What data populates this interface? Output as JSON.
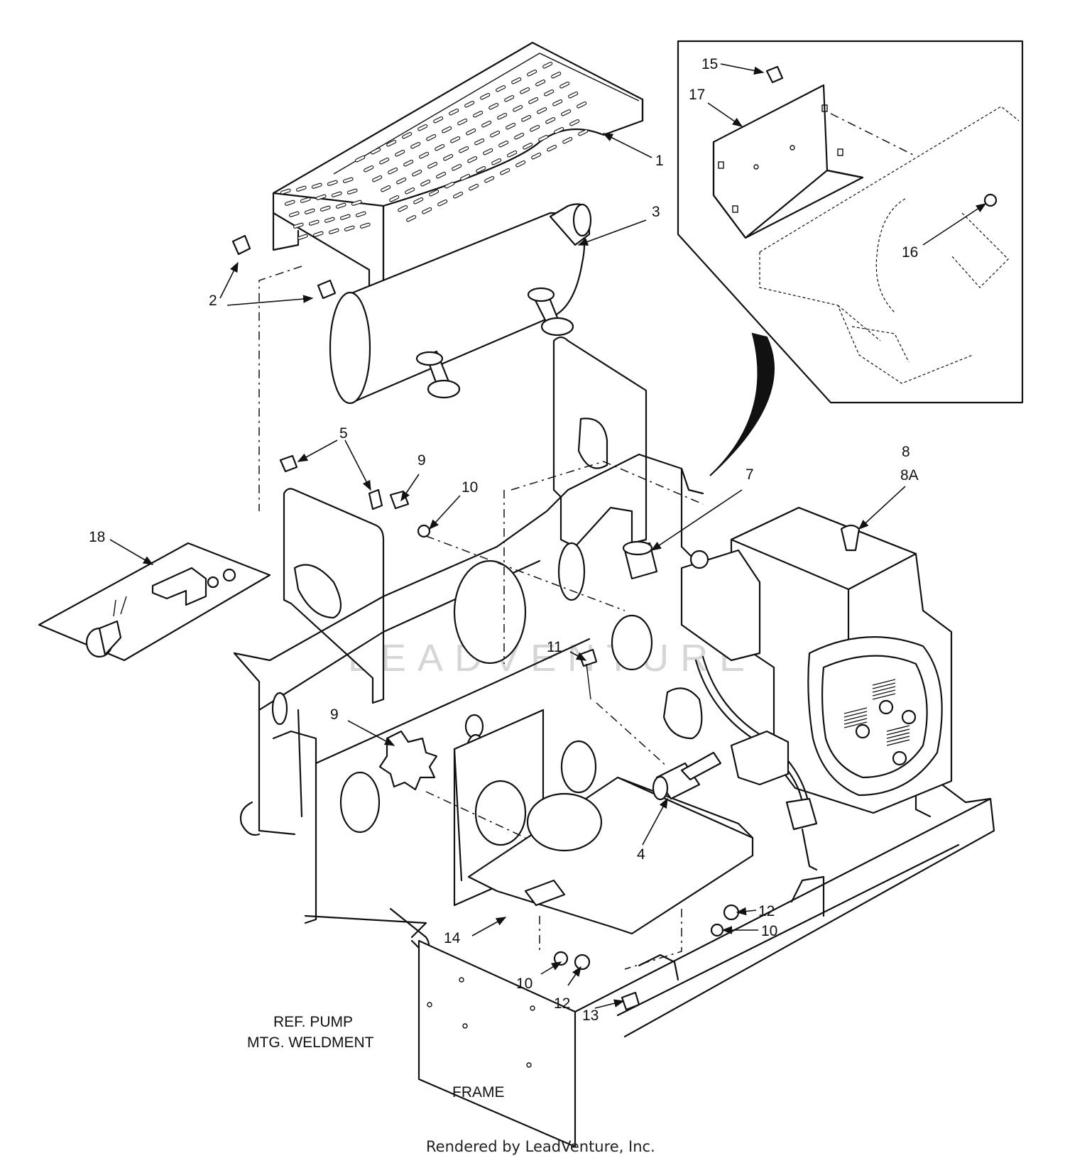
{
  "watermark": "LEADVENTURE",
  "footer_text": "Rendered by LeadVenture, Inc.",
  "callouts": {
    "c1": "1",
    "c2": "2",
    "c3": "3",
    "c4": "4",
    "c5": "5",
    "c7": "7",
    "c8": "8",
    "c8a": "8A",
    "c9a": "9",
    "c9b": "9",
    "c10a": "10",
    "c10b": "10",
    "c10c": "10",
    "c11": "11",
    "c12a": "12",
    "c12b": "12",
    "c13": "13",
    "c14": "14",
    "c15": "15",
    "c16": "16",
    "c17": "17",
    "c18": "18"
  },
  "references": {
    "pump_line1": "REF. PUMP",
    "pump_line2": "MTG. WELDMENT",
    "frame": "FRAME"
  }
}
